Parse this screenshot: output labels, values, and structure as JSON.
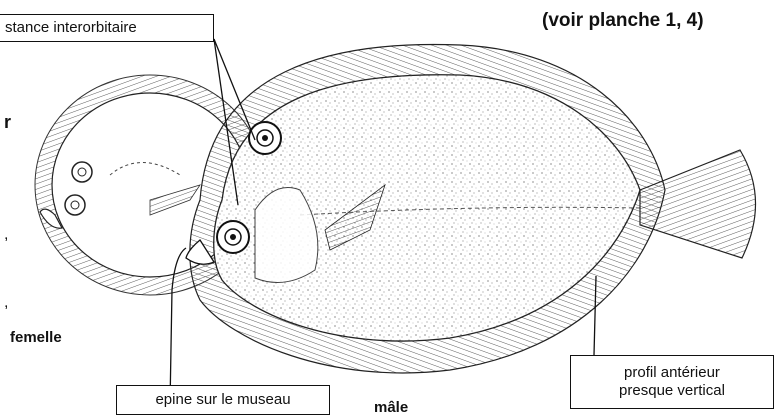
{
  "labels": {
    "interorbital": "stance interorbitaire",
    "plate_ref": "(voir planche 1, 4)",
    "female": "femelle",
    "snout_spine": "epine sur le museau",
    "male": "mâle",
    "profile_line1": "profil antérieur",
    "profile_line2": "presque vertical"
  },
  "edge_marks": [
    "r",
    ",",
    ","
  ],
  "colors": {
    "ink": "#111111",
    "background": "#ffffff"
  }
}
